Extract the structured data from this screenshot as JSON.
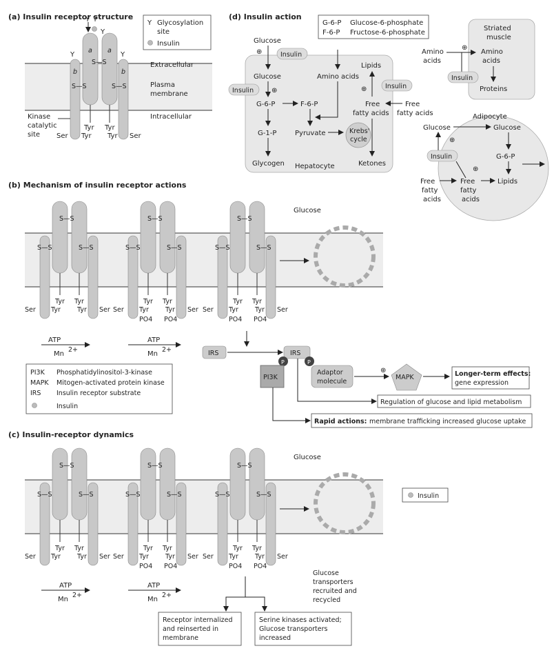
{
  "panel_a": {
    "title": "(a) Insulin receptor structure",
    "legend_glyco_symbol": "Y",
    "legend_glyco_line1": "Glycosylation",
    "legend_glyco_line2": "site",
    "legend_insulin": "Insulin",
    "alpha": "a",
    "beta": "b",
    "ss": "S—S",
    "extracellular": "Extracellular",
    "plasma_membrane_1": "Plasma",
    "plasma_membrane_2": "membrane",
    "intracellular": "Intracellular",
    "kinase_1": "Kinase",
    "kinase_2": "catalytic",
    "kinase_3": "site",
    "ser": "Ser",
    "tyr": "Tyr"
  },
  "panel_d": {
    "title": "(d) Insulin action",
    "abbrev_1_key": "G-6-P",
    "abbrev_1_val": "Glucose-6-phosphate",
    "abbrev_2_key": "F-6-P",
    "abbrev_2_val": "Fructose-6-phosphate",
    "insulin": "Insulin",
    "plus": "⊕",
    "glucose": "Glucose",
    "g6p": "G-6-P",
    "f6p": "F-6-P",
    "g1p": "G-1-P",
    "glycogen": "Glycogen",
    "amino_acids": "Amino acids",
    "pyruvate": "Pyruvate",
    "krebs_1": "Krebs'",
    "krebs_2": "cycle",
    "lipids": "Lipids",
    "free_fa_1": "Free",
    "free_fa_2": "fatty acids",
    "ketones": "Ketones",
    "hepatocyte": "Hepatocyte",
    "striated_1": "Striated",
    "striated_2": "muscle",
    "amino_1": "Amino",
    "amino_2": "acids",
    "proteins": "Proteins",
    "adipocyte": "Adipocyte",
    "lipids_lc": "Lipids",
    "free_1": "Free",
    "free_2": "fatty",
    "free_3": "acids"
  },
  "panel_b": {
    "title": "(b) Mechanism of insulin receptor actions",
    "glucose": "Glucose",
    "atp": "ATP",
    "mn": "Mn",
    "mn_sup": "2+",
    "po4": "PO",
    "po4_sub": "4",
    "irs": "IRS",
    "p": "P",
    "pi3k": "PI3K",
    "adaptor_1": "Adaptor",
    "adaptor_2": "molecule",
    "mapk": "MAPK",
    "plus": "⊕",
    "longer_bold": "Longer-term effects:",
    "longer_rest": "gene expression",
    "regulation": "Regulation of glucose and lipid metabolism",
    "rapid_bold": "Rapid actions:",
    "rapid_rest": "membrane trafficking increased glucose uptake",
    "legend": [
      {
        "key": "PI3K",
        "val": "Phosphatidylinositol-3-kinase"
      },
      {
        "key": "MAPK",
        "val": "Mitogen-activated protein kinase"
      },
      {
        "key": "IRS",
        "val": "Insulin receptor substrate"
      },
      {
        "key": "",
        "val": "Insulin"
      }
    ]
  },
  "panel_c": {
    "title": "(c) Insulin-receptor dynamics",
    "glucose": "Glucose",
    "insulin_legend": "Insulin",
    "transporters_1": "Glucose",
    "transporters_2": "transporters",
    "transporters_3": "recruited and",
    "transporters_4": "recycled",
    "internalized_1": "Receptor internalized",
    "internalized_2": "and reinserted in",
    "internalized_3": "membrane",
    "serine_1": "Serine kinases activated;",
    "serine_2": "Glucose transporters",
    "serine_3": "increased"
  }
}
